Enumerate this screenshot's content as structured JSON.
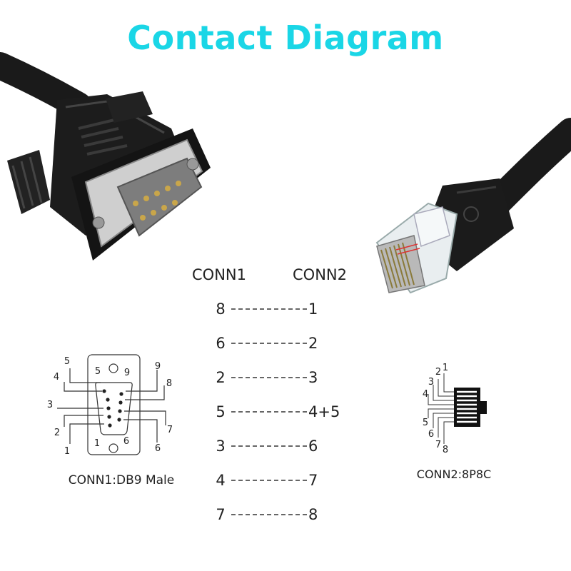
{
  "title": "Contact Diagram",
  "colors": {
    "title": "#1ad6e6",
    "cable": "#1a1a1a",
    "line": "#333333"
  },
  "headers": {
    "left": "CONN1",
    "right": "CONN2"
  },
  "wiring": [
    {
      "from": "8",
      "to": "1"
    },
    {
      "from": "6",
      "to": "2"
    },
    {
      "from": "2",
      "to": "3"
    },
    {
      "from": "5",
      "to": "4+5"
    },
    {
      "from": "3",
      "to": "6"
    },
    {
      "from": "4",
      "to": "7"
    },
    {
      "from": "7",
      "to": "8"
    }
  ],
  "db9": {
    "caption": "CONN1:DB9 Male",
    "inner_labels": [
      "5",
      "9",
      "1",
      "6"
    ],
    "outer_labels": [
      "5",
      "4",
      "3",
      "2",
      "1",
      "9",
      "8",
      "7",
      "6"
    ]
  },
  "rj45": {
    "caption": "CONN2:8P8C",
    "pin_labels": [
      "1",
      "2",
      "3",
      "4",
      "5",
      "6",
      "7",
      "8"
    ]
  }
}
